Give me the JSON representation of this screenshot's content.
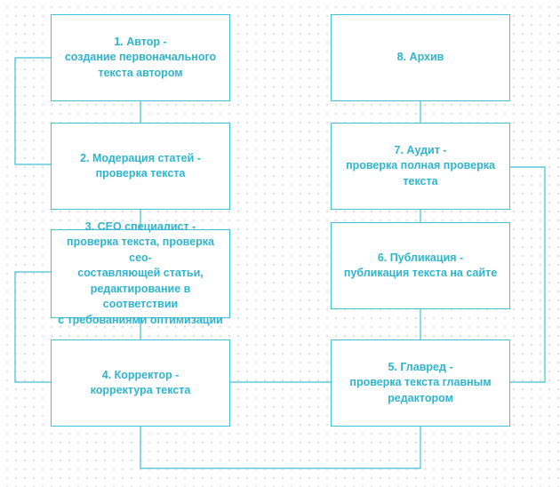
{
  "steps": {
    "step_1": "1. Автор -\nсоздание первоначального\nтекста автором",
    "step_2": "2. Модерация статей -\nпроверка текста",
    "step_3": "3. СЕО специалист -\nпроверка текста, проверка сео-\nсоставляющей статьи,\nредактирование в соответствии\nс требованиями оптимизации",
    "step_4": "4. Корректор -\nкорректура текста",
    "step_5": "5. Главред -\nпроверка текста главным\nредактором",
    "step_6": "6. Публикация -\nпубликация текста на сайте",
    "step_7": "7. Аудит -\nпроверка полная проверка\nтекста",
    "step_8": "8. Архив"
  },
  "colors": {
    "accent": "#3fc1d6",
    "text": "#2fb4cc",
    "background": "#ffffff",
    "grid_dots": "#d6d6d6"
  }
}
